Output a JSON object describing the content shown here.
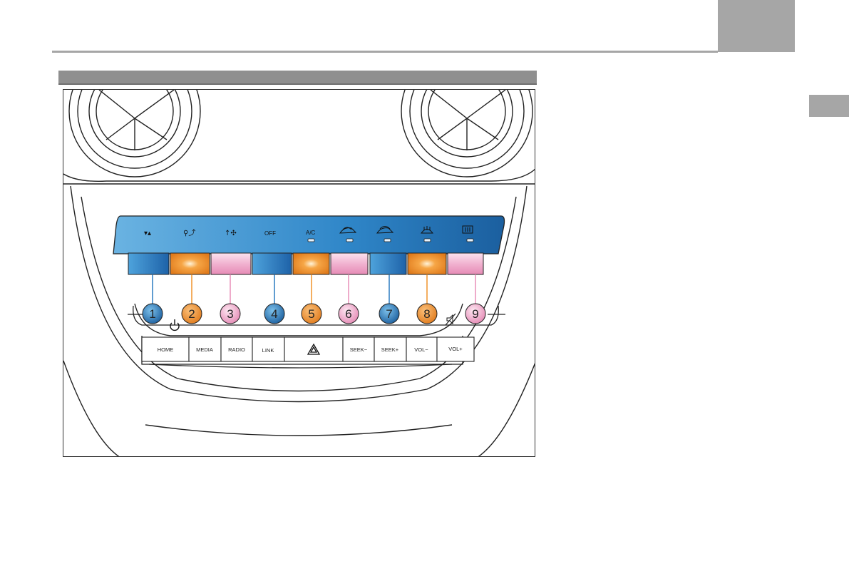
{
  "buttons": {
    "home": "HOME",
    "media": "MEDIA",
    "radio": "RADIO",
    "link": "LINK",
    "seek_minus": "SEEK−",
    "seek_plus": "SEEK+",
    "vol_minus": "VOL−",
    "vol_plus": "VOL+"
  },
  "climate": {
    "off_label": "OFF",
    "ac_label": "A/C"
  },
  "callouts": {
    "n1": "1",
    "n2": "2",
    "n3": "3",
    "n4": "4",
    "n5": "5",
    "n6": "6",
    "n7": "7",
    "n8": "8",
    "n9": "9"
  },
  "icons": {
    "airflow_mode": "airflow-mode-icon",
    "air_distribution": "air-distribution-icon",
    "fan_speed": "fan-speed-icon",
    "recirculation": "recirculation-icon",
    "fresh_air": "fresh-air-icon",
    "front_defrost": "front-defrost-icon",
    "rear_defrost": "rear-defrost-icon",
    "power": "power-icon",
    "mute": "mute-icon",
    "hazard": "hazard-triangle-icon"
  },
  "colors": {
    "blue": "#2a7bc0",
    "orange": "#f0922a",
    "pink": "#e88fb8",
    "header_gray": "#a6a6a6"
  }
}
